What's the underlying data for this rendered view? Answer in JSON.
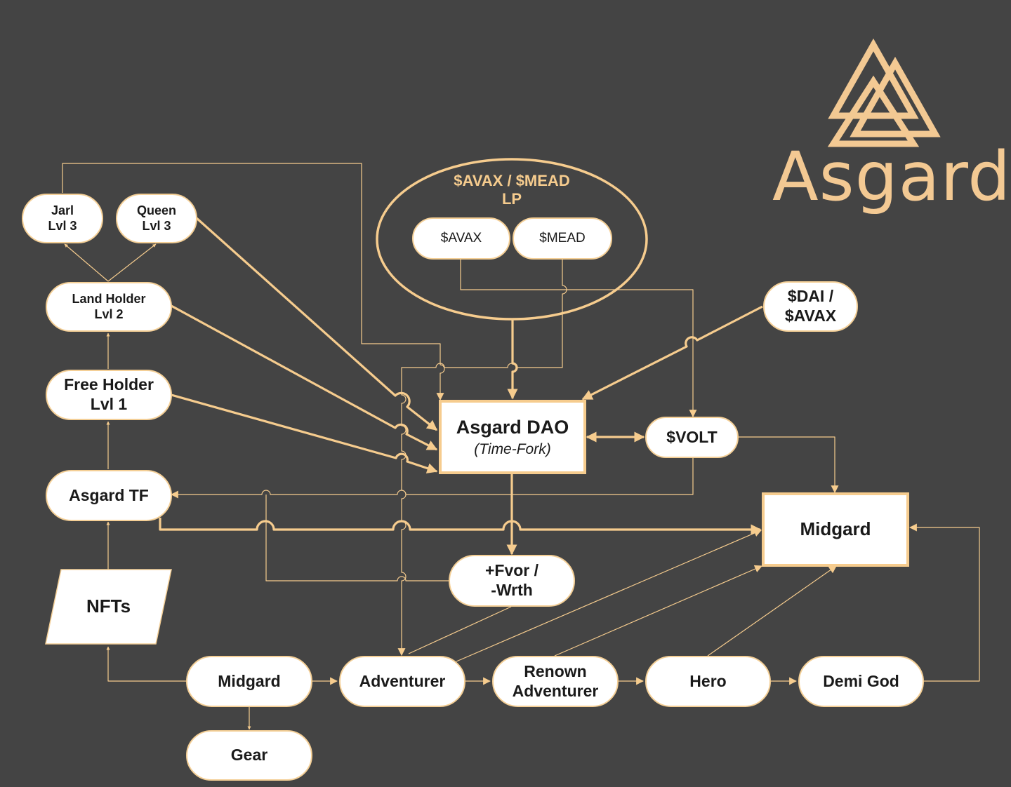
{
  "brand": {
    "name": "Asgard",
    "color": "#f3c993",
    "icon": "valknut-triangles-icon"
  },
  "colors": {
    "background": "#444444",
    "line": "#f6cc8e",
    "node_fill": "#ffffff"
  },
  "lp": {
    "title_line1": "$AVAX / $MEAD",
    "title_line2": "LP",
    "avax": "$AVAX",
    "mead": "$MEAD"
  },
  "nodes": {
    "jarl": {
      "line1": "Jarl",
      "line2": "Lvl 3"
    },
    "queen": {
      "line1": "Queen",
      "line2": "Lvl 3"
    },
    "land_holder": {
      "line1": "Land Holder",
      "line2": "Lvl 2"
    },
    "free_holder": {
      "line1": "Free Holder",
      "line2": "Lvl 1"
    },
    "asgard_tf": "Asgard TF",
    "nfts": "NFTs",
    "dao": {
      "title": "Asgard DAO",
      "subtitle": "(Time-Fork)"
    },
    "volt": "$VOLT",
    "dai_avax": {
      "line1": "$DAI /",
      "line2": "$AVAX"
    },
    "midgard_box": "Midgard",
    "fvor": {
      "line1": "+Fvor /",
      "line2": "-Wrth"
    },
    "midgard_pill": "Midgard",
    "adventurer": "Adventurer",
    "renown": {
      "line1": "Renown",
      "line2": "Adventurer"
    },
    "hero": "Hero",
    "demi_god": "Demi God",
    "gear": "Gear"
  }
}
